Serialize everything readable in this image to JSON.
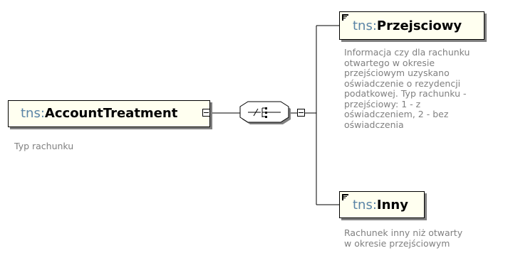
{
  "root": {
    "prefix": "tns:",
    "name": "AccountTreatment",
    "doc": "Typ rachunku"
  },
  "children": [
    {
      "prefix": "tns:",
      "name": "Przejsciowy",
      "doc": "Informacja czy dla rachunku\notwartego w okresie\nprzejściowym uzyskano\noświadczenie o rezydencji\npodatkowej. Typ rachunku -\nprzejściowy: 1 - z\noświadczeniem,  2 - bez\noświadczenia"
    },
    {
      "prefix": "tns:",
      "name": "Inny",
      "doc": "Rachunek inny niż otwarty\nw okresie przejściowym"
    }
  ],
  "compositor": {
    "type": "sequence",
    "icon": "sequence-compositor-icon"
  },
  "colors": {
    "box_fill": "#fffff0",
    "prefix": "#5a84a6",
    "doc_text": "#808080",
    "shadow": "#808080"
  }
}
